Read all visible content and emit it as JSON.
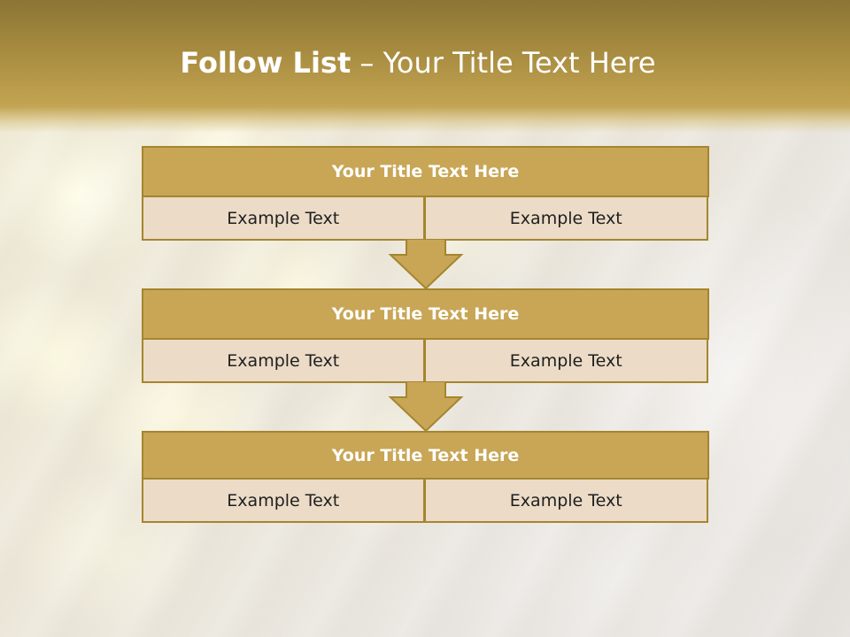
{
  "slide": {
    "title_bold": "Follow List",
    "title_rest": " – Your Title Text Here"
  },
  "blocks": [
    {
      "title": "Your Title Text Here",
      "left": "Example Text",
      "right": "Example Text"
    },
    {
      "title": "Your Title Text Here",
      "left": "Example Text",
      "right": "Example Text"
    },
    {
      "title": "Your Title Text Here",
      "left": "Example Text",
      "right": "Example Text"
    }
  ],
  "colors": {
    "header": "#a88c40",
    "title_bar": "#c8a655",
    "cell_fill": "#ebdbc7",
    "border": "#a5852f",
    "arrow": "#c8a655"
  }
}
